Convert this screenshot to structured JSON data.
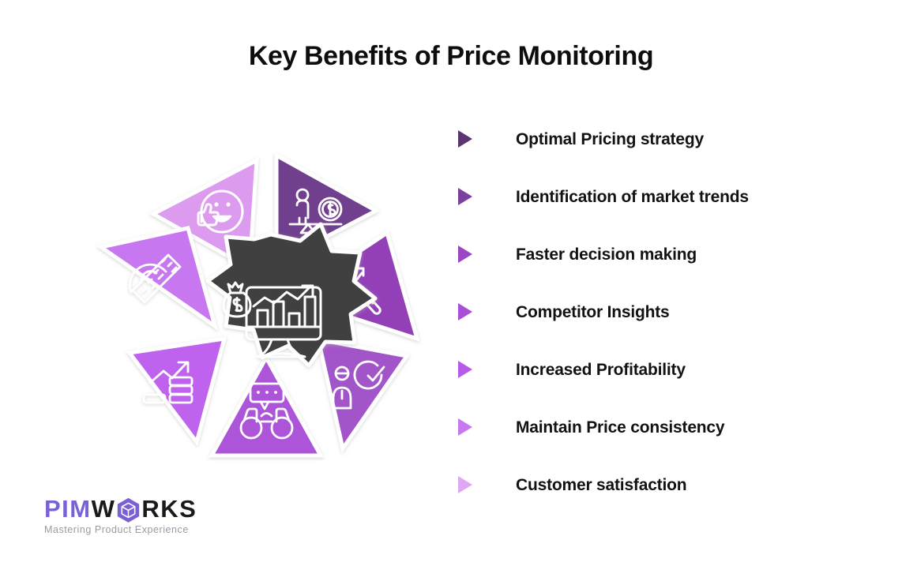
{
  "page": {
    "title": "Key Benefits of Price Monitoring",
    "background_color": "#ffffff"
  },
  "benefits": [
    {
      "label": "Optimal Pricing strategy",
      "arrow_color": "#5b3570",
      "arrow_icon": "play-triangle-icon"
    },
    {
      "label": "Identification of market trends",
      "arrow_color": "#7b3f9e",
      "arrow_icon": "play-triangle-icon"
    },
    {
      "label": "Faster decision making",
      "arrow_color": "#9b47c4",
      "arrow_icon": "play-triangle-icon"
    },
    {
      "label": "Competitor Insights",
      "arrow_color": "#a74fd6",
      "arrow_icon": "play-triangle-icon"
    },
    {
      "label": "Increased Profitability",
      "arrow_color": "#b65ae8",
      "arrow_icon": "play-triangle-icon"
    },
    {
      "label": "Maintain Price consistency",
      "arrow_color": "#c879f0",
      "arrow_icon": "play-triangle-icon"
    },
    {
      "label": "Customer satisfaction",
      "arrow_color": "#dfa8f5",
      "arrow_icon": "play-triangle-icon"
    }
  ],
  "diagram": {
    "name": "price-monitoring-wheel",
    "hub": {
      "shape": "gear",
      "color": "#414141",
      "icon": "monitor-bar-chart-money-bag-icon"
    },
    "segments": [
      {
        "position": "top-left",
        "color": "#dd9bf0",
        "icon": "smiley-thumbs-up-icon"
      },
      {
        "position": "top-right",
        "color": "#6f3f8e",
        "icon": "balance-scale-person-dollar-icon"
      },
      {
        "position": "right",
        "color": "#9340b8",
        "icon": "magnifier-trend-arrow-icon"
      },
      {
        "position": "bottom-right",
        "color": "#a254c8",
        "icon": "person-check-circle-icon"
      },
      {
        "position": "bottom",
        "color": "#ac55d8",
        "icon": "binoculars-speech-bubble-icon"
      },
      {
        "position": "bottom-left",
        "color": "#bf63ee",
        "icon": "growth-arrow-coin-stack-icon"
      },
      {
        "position": "left",
        "color": "#c777f0",
        "icon": "protractor-ruler-icon"
      }
    ]
  },
  "logo": {
    "part1": "PIM",
    "part2": "W",
    "hex_icon": "hexagon-cube-icon",
    "part3": "RKS",
    "tagline": "Mastering Product Experience",
    "accent_color": "#7b61d6",
    "hex_color": "#7b5fd4"
  }
}
